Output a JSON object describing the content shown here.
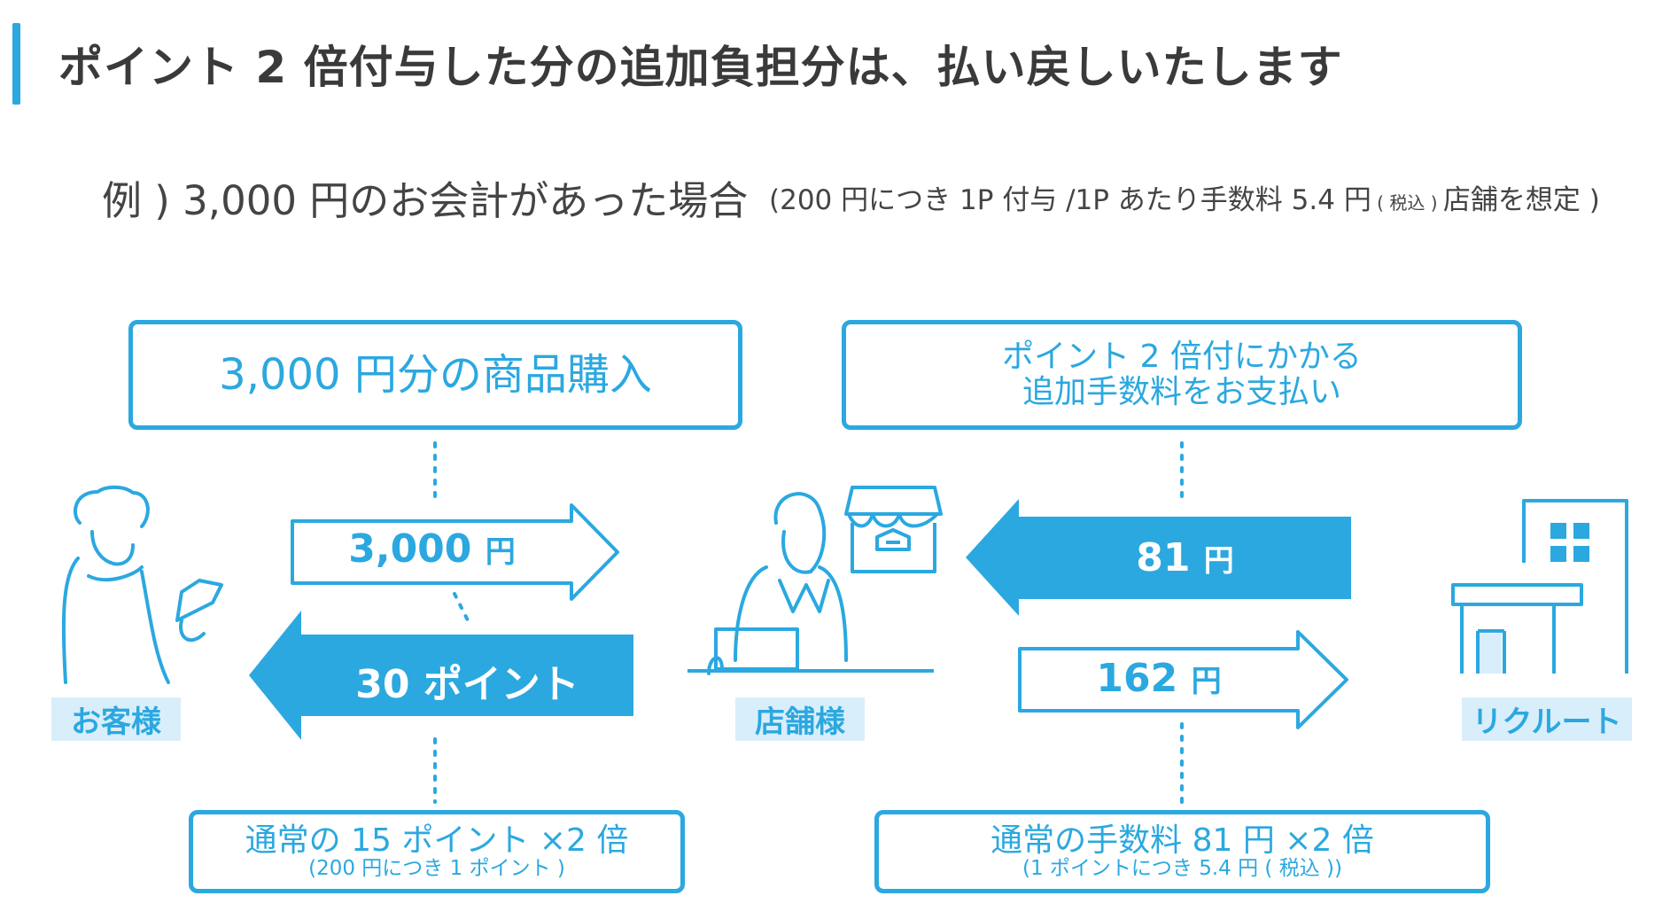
{
  "header": {
    "title": "ポイント 2 倍付与した分の追加負担分は、払い戻しいたします"
  },
  "example": {
    "text": "例 ) 3,000 円のお会計があった場合",
    "note_a": "(200 円につき 1P 付与 /1P あたり手数料 5.4 円",
    "note_small": " ( 税込 ) ",
    "note_b": "店舗を想定 )"
  },
  "boxes": {
    "purchase": "3,000 円分の商品購入",
    "fee_payment_line1": "ポイント 2 倍付にかかる",
    "fee_payment_line2": "追加手数料をお支払い",
    "points_normal_main": "通常の 15 ポイント ×2 倍",
    "points_normal_sub": "(200 円につき 1 ポイント )",
    "fee_normal_main": "通常の手数料 81 円 ×2 倍",
    "fee_normal_sub": "(1 ポイントにつき 5.4 円 ( 税込 ))"
  },
  "arrows": {
    "customer_to_store_amount": "3,000",
    "customer_to_store_unit": "円",
    "store_to_customer": "30 ポイント",
    "recruit_to_store_amount": "81",
    "recruit_to_store_unit": "円",
    "store_to_recruit_amount": "162",
    "store_to_recruit_unit": "円"
  },
  "actors": {
    "customer": "お客様",
    "store": "店舗様",
    "recruit": "リクルート"
  },
  "colors": {
    "accent": "#2ba8e0",
    "label_bg": "#d9eefb",
    "text": "#3a3a3a"
  }
}
